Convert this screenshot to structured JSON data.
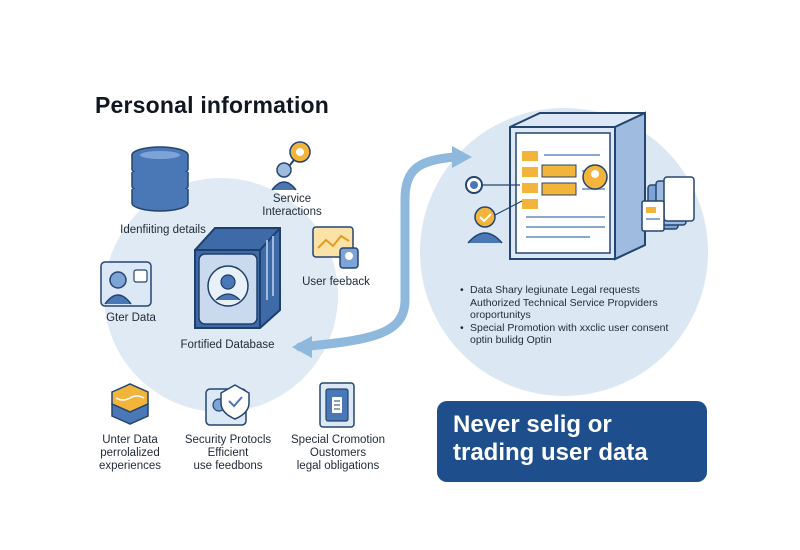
{
  "title": "Personal information",
  "left_items": {
    "identifying": "Idenfiiting details",
    "service": [
      "Service",
      "Interactions"
    ],
    "user_feedback": "User feeback",
    "other_data": "Gter Data",
    "database": "Fortified Database"
  },
  "bottom_items": [
    {
      "lines": [
        "Unter Data",
        "perrolalized",
        "experiences"
      ]
    },
    {
      "lines": [
        "Security Protocls",
        "Efficient",
        "use feedbons"
      ]
    },
    {
      "lines": [
        "Special Cromotion",
        "Oustomers",
        "legal obligations"
      ]
    }
  ],
  "bullets": [
    {
      "lines": [
        "Data Shary legiunate Legal requests",
        "Authorized Technical Service Propviders",
        "oroportunitys"
      ]
    },
    {
      "lines": [
        "Special Promotion with xxclic user consent",
        "optin bulidg Optin"
      ]
    }
  ],
  "banner": [
    "Never selig or",
    "trading user data"
  ],
  "colors": {
    "accent": "#1e4f8c",
    "arrow": "#8fb8dd",
    "orange": "#f2b43a",
    "blue": "#4a77b5"
  }
}
